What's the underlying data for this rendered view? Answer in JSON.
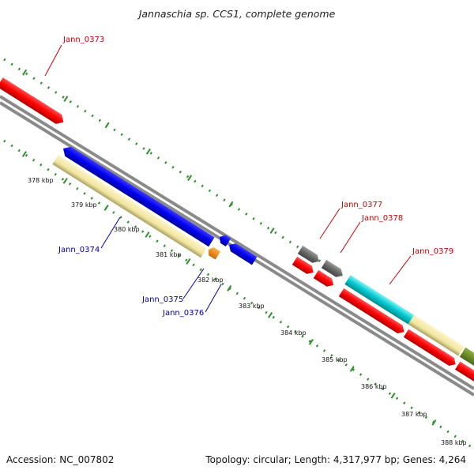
{
  "title": "Jannaschia sp. CCS1, complete genome",
  "footer": {
    "accession": "Accession: NC_007802",
    "summary": "Topology: circular; Length: 4,317,977 bp; Genes: 4,264"
  },
  "colors": {
    "backbone": "#8a8a8a",
    "tick": "#2f8f2f",
    "gene_red": "#ff0000",
    "gene_blue": "#0000ee",
    "gene_cream": "#f2e6a0",
    "gene_orange": "#ff8c00",
    "gene_gray": "#666666",
    "gene_cyan": "#00c8d0",
    "gene_olive": "#6b8e23",
    "label_red": "#cc0000",
    "label_blue": "#0000aa"
  },
  "scale_labels": [
    "378 kbp",
    "379 kbp",
    "380 kbp",
    "381 kbp",
    "382 kbp",
    "383 kbp",
    "384 kbp",
    "385 kbp",
    "386 kbp",
    "387 kbp",
    "388 kbp"
  ],
  "gene_labels": [
    {
      "name": "Jann_0373",
      "strand": "plus"
    },
    {
      "name": "Jann_0374",
      "strand": "minus"
    },
    {
      "name": "Jann_0375",
      "strand": "minus"
    },
    {
      "name": "Jann_0376",
      "strand": "minus"
    },
    {
      "name": "Jann_0377",
      "strand": "plus"
    },
    {
      "name": "Jann_0378",
      "strand": "plus"
    },
    {
      "name": "Jann_0379",
      "strand": "plus"
    }
  ]
}
